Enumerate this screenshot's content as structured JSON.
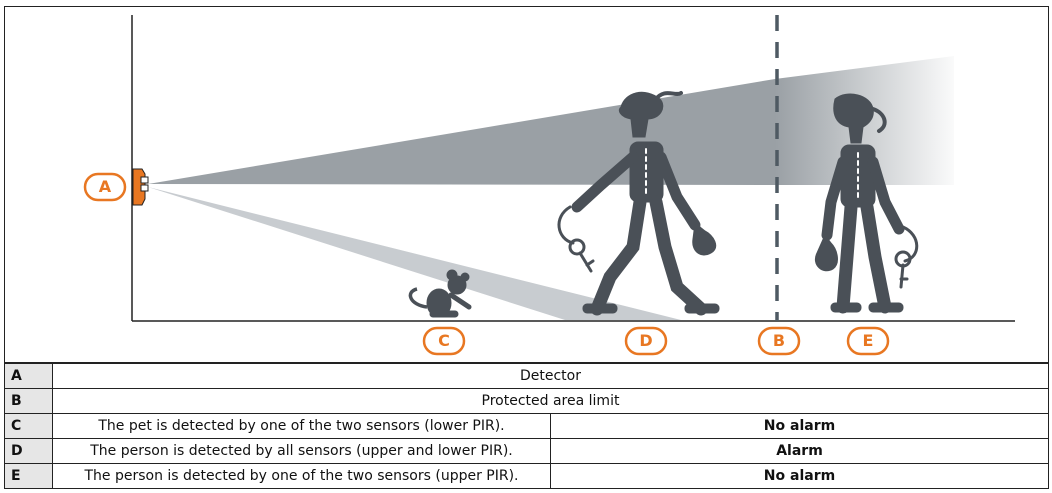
{
  "colors": {
    "accent": "#e87722",
    "figure": "#4a5057",
    "beam_upper": "#9aa0a5",
    "beam_lower": "#c8ccd0",
    "limit_line": "#4f5a63",
    "header_cell": "#e6e6e6"
  },
  "markers": {
    "a": "A",
    "b": "B",
    "c": "C",
    "d": "D",
    "e": "E"
  },
  "legend": [
    {
      "key": "A",
      "description": "Detector",
      "result": ""
    },
    {
      "key": "B",
      "description": "Protected area limit",
      "result": ""
    },
    {
      "key": "C",
      "description": "The pet is detected by one of the two sensors (lower PIR).",
      "result": "No alarm"
    },
    {
      "key": "D",
      "description": "The person is detected by all sensors (upper and lower PIR).",
      "result": "Alarm"
    },
    {
      "key": "E",
      "description": "The person is detected by one of the two sensors (upper PIR).",
      "result": "No alarm"
    }
  ]
}
